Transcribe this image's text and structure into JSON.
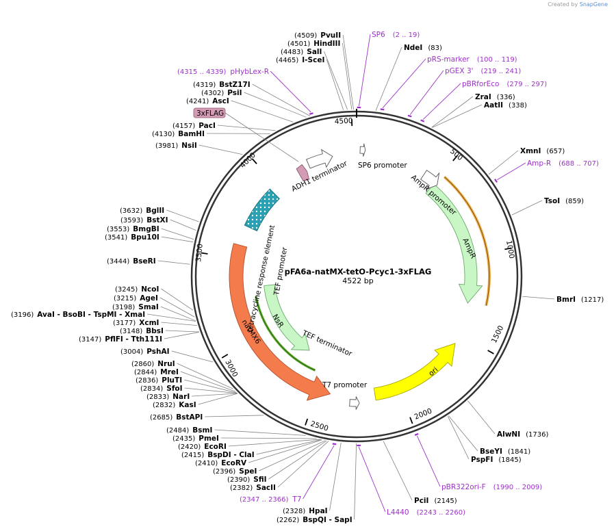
{
  "credit": {
    "prefix": "Created by",
    "brand": "SnapGene"
  },
  "plasmid": {
    "name": "pFA6a-natMX-tetO-Pcyc1-3xFLAG",
    "size_label": "4522 bp",
    "length": 4522
  },
  "ticks": [
    "500",
    "1000",
    "1500",
    "2000",
    "2500",
    "3000",
    "3500",
    "4000",
    "4500"
  ],
  "enzymes": [
    {
      "pos": "(4509)",
      "name": "PvuII"
    },
    {
      "pos": "(4501)",
      "name": "HindIII"
    },
    {
      "pos": "(4483)",
      "name": "SalI"
    },
    {
      "pos": "(4465)",
      "name": "I-SceI"
    },
    {
      "pos": "(4319)",
      "name": "BstZ17I"
    },
    {
      "pos": "(4302)",
      "name": "PsiI"
    },
    {
      "pos": "(4241)",
      "name": "AscI"
    },
    {
      "pos": "(4157)",
      "name": "PacI"
    },
    {
      "pos": "(4130)",
      "name": "BamHI"
    },
    {
      "pos": "(3981)",
      "name": "NsiI"
    },
    {
      "pos": "(3632)",
      "name": "BglII"
    },
    {
      "pos": "(3593)",
      "name": "BstXI"
    },
    {
      "pos": "(3553)",
      "name": "BmgBI"
    },
    {
      "pos": "(3541)",
      "name": "Bpu10I"
    },
    {
      "pos": "(3444)",
      "name": "BseRI"
    },
    {
      "pos": "(3245)",
      "name": "NcoI"
    },
    {
      "pos": "(3215)",
      "name": "AgeI"
    },
    {
      "pos": "(3198)",
      "name": "SmaI"
    },
    {
      "pos": "(3196)",
      "name": "AvaI - BsoBI - TspMI - XmaI"
    },
    {
      "pos": "(3177)",
      "name": "XcmI"
    },
    {
      "pos": "(3148)",
      "name": "BbsI"
    },
    {
      "pos": "(3147)",
      "name": "PflFI - Tth111I"
    },
    {
      "pos": "(3004)",
      "name": "PshAI"
    },
    {
      "pos": "(2860)",
      "name": "NruI"
    },
    {
      "pos": "(2844)",
      "name": "MreI"
    },
    {
      "pos": "(2836)",
      "name": "PluTI"
    },
    {
      "pos": "(2834)",
      "name": "SfoI"
    },
    {
      "pos": "(2833)",
      "name": "NarI"
    },
    {
      "pos": "(2832)",
      "name": "KasI"
    },
    {
      "pos": "(2685)",
      "name": "BstAPI"
    },
    {
      "pos": "(2484)",
      "name": "BsmI"
    },
    {
      "pos": "(2435)",
      "name": "PmeI"
    },
    {
      "pos": "(2420)",
      "name": "EcoRI"
    },
    {
      "pos": "(2415)",
      "name": "BspDI - ClaI"
    },
    {
      "pos": "(2410)",
      "name": "EcoRV"
    },
    {
      "pos": "(2396)",
      "name": "SpeI"
    },
    {
      "pos": "(2390)",
      "name": "SfiI"
    },
    {
      "pos": "(2382)",
      "name": "SacII"
    },
    {
      "pos": "(2328)",
      "name": "HpaI"
    },
    {
      "pos": "(2262)",
      "name": "BspQI - SapI"
    },
    {
      "pos": "(83)",
      "name": "NdeI"
    },
    {
      "pos": "(336)",
      "name": "ZraI"
    },
    {
      "pos": "(338)",
      "name": "AatII"
    },
    {
      "pos": "(657)",
      "name": "XmnI"
    },
    {
      "pos": "(859)",
      "name": "TsoI"
    },
    {
      "pos": "(1217)",
      "name": "BmrI"
    },
    {
      "pos": "(1736)",
      "name": "AlwNI"
    },
    {
      "pos": "(1841)",
      "name": "BseYI"
    },
    {
      "pos": "(1845)",
      "name": "PspFI"
    },
    {
      "pos": "(2145)",
      "name": "PciI"
    }
  ],
  "primers": [
    {
      "name": "SP6",
      "range": "(2 .. 19)"
    },
    {
      "name": "pRS-marker",
      "range": "(100 .. 119)"
    },
    {
      "name": "pGEX 3'",
      "range": "(219 .. 241)"
    },
    {
      "name": "pBRforEco",
      "range": "(279 .. 297)"
    },
    {
      "name": "Amp-R",
      "range": "(688 .. 707)"
    },
    {
      "name": "pBR322ori-F",
      "range": "(1990 .. 2009)"
    },
    {
      "name": "L4440",
      "range": "(2243 .. 2260)"
    },
    {
      "name": "T7",
      "range": "(2347 .. 2366)"
    },
    {
      "name": "pHybLex-R",
      "range": "(4315 .. 4339)"
    }
  ],
  "features": {
    "ampr": "AmpR",
    "ampr_promoter": "AmpR promoter",
    "ori": "ori",
    "natmx6": "natMX6",
    "nsr": "NsR",
    "tef_promoter": "TEF promoter",
    "tef_terminator": "TEF terminator",
    "tet_element": "tetracycline response element",
    "adh1_terminator": "ADH1 terminator",
    "sp6_promoter": "SP6 promoter",
    "t7_promoter": "T7 promoter",
    "flag_tag": "3xFLAG"
  },
  "colors": {
    "ampr": "#c8f7c5",
    "ampr_outline": "#6aa96a",
    "ori": "#ffff00",
    "natmx6": "#f47c4c",
    "nsr": "#c8f7c5",
    "tet_element": "#2aa0b2",
    "flag_tag": "#d49cb4",
    "primer": "#9b30c8",
    "orange_strand": "#f0b24c",
    "green_strand": "#5cab2a"
  }
}
